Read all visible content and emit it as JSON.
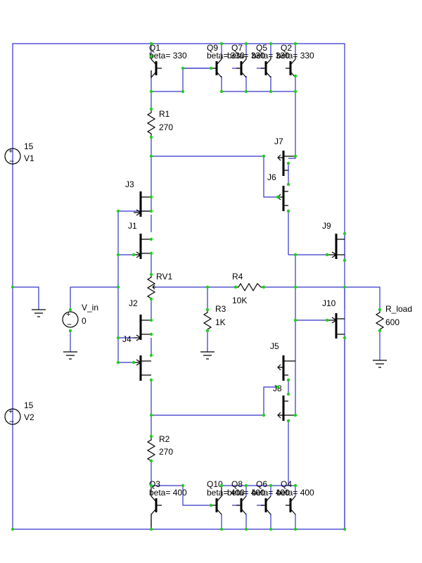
{
  "sources": {
    "v1": {
      "name": "V1",
      "value": "15"
    },
    "v2": {
      "name": "V2",
      "value": "15"
    },
    "vin": {
      "name": "V_in",
      "value": "0"
    }
  },
  "resistors": {
    "r1": {
      "name": "R1",
      "value": "270"
    },
    "r2": {
      "name": "R2",
      "value": "270"
    },
    "r3": {
      "name": "R3",
      "value": "1K"
    },
    "r4": {
      "name": "R4",
      "value": "10K"
    },
    "rload": {
      "name": "R_load",
      "value": "600"
    },
    "rv1": {
      "name": "RV1"
    }
  },
  "bjts_top": [
    {
      "name": "Q1",
      "beta": "beta= 330"
    },
    {
      "name": "Q9",
      "beta": "beta= 330"
    },
    {
      "name": "Q7",
      "beta": "beta= 330"
    },
    {
      "name": "Q5",
      "beta": "beta= 330"
    },
    {
      "name": "Q2",
      "beta": "beta= 330"
    }
  ],
  "bjts_bottom": [
    {
      "name": "Q3",
      "beta": "beta= 400"
    },
    {
      "name": "Q10",
      "beta": "beta= 400"
    },
    {
      "name": "Q8",
      "beta": "beta= 400"
    },
    {
      "name": "Q6",
      "beta": "beta= 400"
    },
    {
      "name": "Q4",
      "beta": "beta= 400"
    }
  ],
  "jfets": {
    "j1": "J1",
    "j2": "J2",
    "j3": "J3",
    "j4": "J4",
    "j5": "J5",
    "j6": "J6",
    "j7": "J7",
    "j8": "J8",
    "j9": "J9",
    "j10": "J10"
  },
  "colors": {
    "wire": "#3333cc",
    "node": "#22cc22",
    "component": "#000000"
  }
}
